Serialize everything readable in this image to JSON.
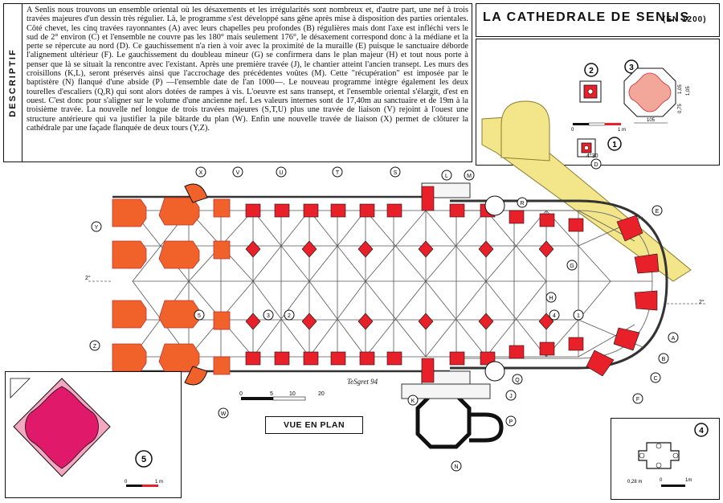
{
  "header": {
    "side_label": "DESCRIPTIF",
    "description": "A Senlis nous trouvons un ensemble oriental où les désaxements et les irrégularités sont nombreux et, d'autre part, une nef à trois travées majeures d'un dessin très régulier. Là, le programme s'est développé sans gêne après mise à disposition des parties orientales. Côté chevet, les cinq travées rayonnantes (A) avec leurs chapelles peu profondes (B) régulières mais dont l'axe est infléchi vers le sud de 2° environ (C) et l'ensemble ne couvre pas les 180° mais seulement 176°, le désaxement correspond donc à la médiane et la perte se répercute au nord (D). Ce gauchissement n'a rien à voir avec la proximité de la muraille (E) puisque le sanctuaire déborde l'alignement ultérieur (F). Le gauchissement du doubleau mineur (G) se confirmera dans le plan majeur (H) et tout nous porte à penser que là se situait la rencontre avec l'existant. Après une première travée (J), le chantier atteint l'ancien transept. Les murs des croisillons (K,L), seront préservés ainsi que l'accrochage des précédentes voûtes (M). Cette \"récupération\" est imposée par le baptistère (N) flanqué d'une abside (P) —l'ensemble date de l'an 1000—. Le nouveau programme intègre également les deux tourelles d'escaliers (Q,R) qui sont alors dotées de rampes à vis. L'oeuvre est sans transept, et l'ensemble oriental s'élargit, d'est en ouest. C'est donc pour s'aligner sur le volume d'une ancienne nef. Les valeurs internes sont de 17,40m au sanctuaire et de 19m à la troisième travée. La nouvelle nef longue de trois travées majeures (S,T,U) plus une travée de liaison (V) rejoint à l'ouest une structure antérieure qui va justifier la pile bâtarde du plan (W). Enfin une nouvelle travée de liaison (X) permet de clôturer la cathédrale par une façade flanquée de deux tours (Y,Z)."
  },
  "title": {
    "main": "LA CATHEDRALE DE SENLIS",
    "sub": "(EN 1200)"
  },
  "labels": {
    "plan_view": "VUE EN PLAN",
    "signature": "TeSgret 94"
  },
  "detail_numbers": [
    "1",
    "2",
    "3",
    "4",
    "5"
  ],
  "dimensions": {
    "d3_width": "1,05",
    "d3_height": "1,05",
    "d3_side": "0,75",
    "d4_width": "0,28 m",
    "angle_top": "4°30",
    "angle_left": "2°",
    "angle_right": "2°"
  },
  "scales": {
    "main": [
      "0",
      "5",
      "10",
      "20"
    ],
    "details": [
      "0",
      "1 m"
    ],
    "inset5": [
      "0",
      "1 m"
    ],
    "inset4": [
      "0",
      "1m"
    ]
  },
  "plan_letters": {
    "top": [
      "X",
      "V",
      "U",
      "T",
      "S",
      "L",
      "M"
    ],
    "bottom": [
      "W",
      "K",
      "N",
      "P",
      "Q",
      "J"
    ],
    "left": [
      "Y",
      "Z"
    ],
    "right": [
      "D",
      "E",
      "R",
      "G",
      "H",
      "F",
      "C",
      "B",
      "A"
    ]
  },
  "pier_numbers": [
    "5",
    "3",
    "2",
    "4",
    "1"
  ],
  "colors": {
    "pier_red": "#e8202a",
    "pier_orange": "#f0622a",
    "wall_yellow": "#f2e58a",
    "baptistery": "#111111",
    "grid_line": "#555555"
  }
}
